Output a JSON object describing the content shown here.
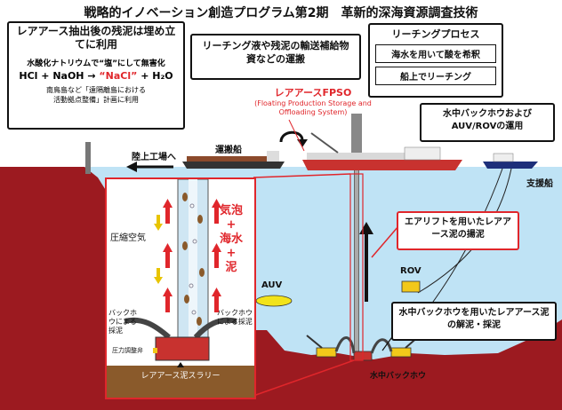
{
  "title": "戦略的イノベーション創造プログラム第2期　革新的深海資源調査技術",
  "residue_box": {
    "heading": "レアアース抽出後の残泥は埋め立てに利用",
    "line1": "水酸化ナトリウムで“塩”にして無害化",
    "eq_left": "HCl + NaOH →",
    "eq_nacl": "“NaCl”",
    "eq_right": "+ H₂O",
    "line3": "南鳥島など「遠隔離島における",
    "line4": "活動拠点整備」計画に利用"
  },
  "transport_box": "リーチング液や残泥の輸送補給物資などの運搬",
  "leaching_box": {
    "heading": "リーチングプロセス",
    "item1": "海水を用いて酸を希釈",
    "item2": "船上でリーチング"
  },
  "fpso": {
    "name": "レアアースFPSO",
    "full": "(Floating Production Storage and Offloading System)"
  },
  "auv_rov_box": "水中バックホウおよびAUV/ROVの運用",
  "labels": {
    "transport_ship": "運搬船",
    "to_land": "陸上工場へ",
    "support_ship": "支援船",
    "compressed_air": "圧縮空気",
    "auv": "AUV",
    "rov": "ROV",
    "backhoe_left": "バックホウによる採泥",
    "backhoe_right": "バックホウによる採泥",
    "pressure_valve": "圧力調整弁",
    "slurry": "レアアース泥スラリー",
    "underwater_backhoe": "水中バックホウ"
  },
  "mix": {
    "bubbles": "気泡",
    "plus1": "+",
    "seawater": "海水",
    "plus2": "+",
    "mud": "泥"
  },
  "airlift_box": "エアリフトを用いたレアアース泥の揚泥",
  "backhoe_box": "水中バックホウを用いたレアアース泥の解泥・採泥",
  "colors": {
    "sea": "#bfe3f5",
    "seabed": "#9c1a20",
    "accent_red": "#e0262b"
  }
}
